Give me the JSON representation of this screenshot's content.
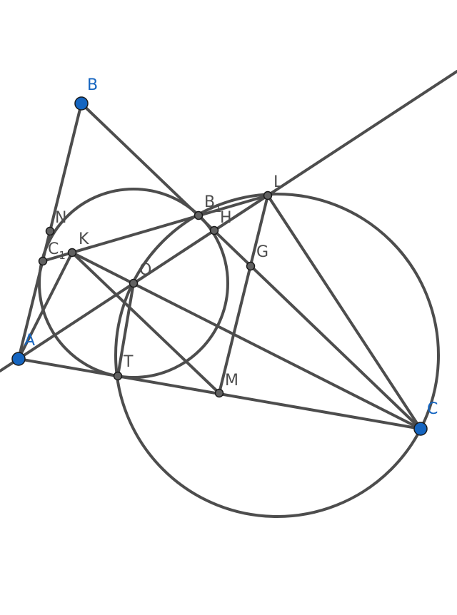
{
  "colors": {
    "line": "#4d4d4d",
    "free_point": "#1565c0",
    "dependent_point": "#616161",
    "free_label": "#1565c0",
    "dependent_label": "#4d4d4d"
  },
  "points": [
    {
      "id": "A",
      "label": "A",
      "sub": "",
      "free": true
    },
    {
      "id": "B",
      "label": "B",
      "sub": "",
      "free": true
    },
    {
      "id": "C",
      "label": "C",
      "sub": "",
      "free": true
    },
    {
      "id": "N",
      "label": "N",
      "sub": "",
      "free": false
    },
    {
      "id": "C1",
      "label": "C",
      "sub": "1",
      "free": false
    },
    {
      "id": "K",
      "label": "K",
      "sub": "",
      "free": false
    },
    {
      "id": "B1",
      "label": "B",
      "sub": "1",
      "free": false
    },
    {
      "id": "H",
      "label": "H",
      "sub": "",
      "free": false
    },
    {
      "id": "L",
      "label": "L",
      "sub": "",
      "free": false
    },
    {
      "id": "G",
      "label": "G",
      "sub": "",
      "free": false
    },
    {
      "id": "O",
      "label": "O",
      "sub": "",
      "free": false
    },
    {
      "id": "T",
      "label": "T",
      "sub": "",
      "free": false
    },
    {
      "id": "M",
      "label": "M",
      "sub": "",
      "free": false
    }
  ]
}
